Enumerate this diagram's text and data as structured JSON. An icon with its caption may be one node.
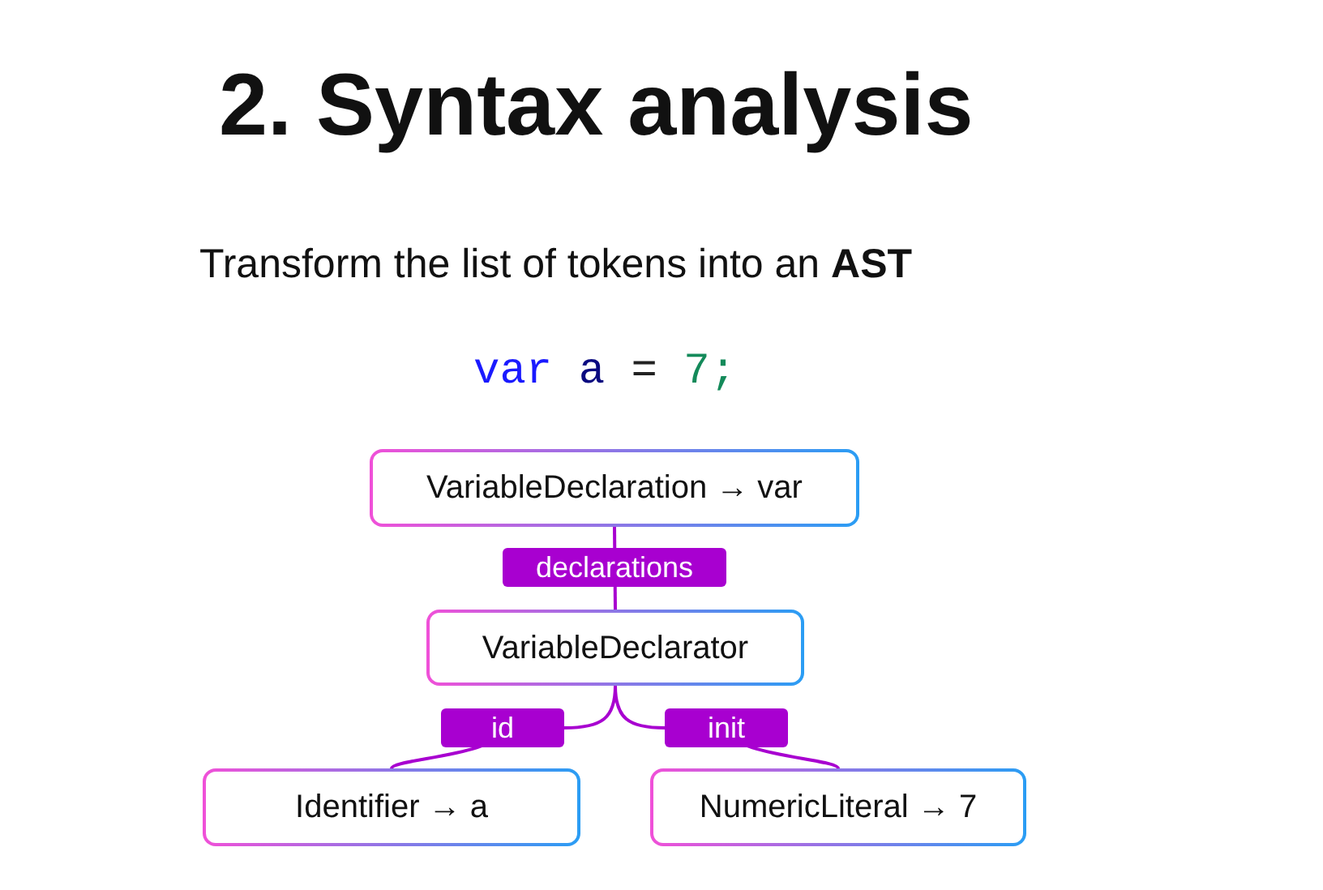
{
  "diagram": {
    "title": "2. Syntax analysis",
    "nodes": [
      {
        "text": [
          "VariableDeclaration → var"
        ]
      },
      {
        "text": [
          "VariableDeclarator"
        ]
      },
      {
        "text": [
          "Identifier → a"
        ]
      },
      {
        "text": [
          "NumericLiteral → 7"
        ]
      }
    ],
    "edges": [
      {
        "from": 0,
        "to": 1,
        "arrow": "none",
        "label": "declarations"
      },
      {
        "from": 1,
        "to": 2,
        "arrow": "none",
        "label": "id"
      },
      {
        "from": 1,
        "to": 3,
        "arrow": "none",
        "label": "init"
      }
    ],
    "labels": [
      "Transform the list of tokens into an **AST**",
      "var a = 7;"
    ]
  }
}
